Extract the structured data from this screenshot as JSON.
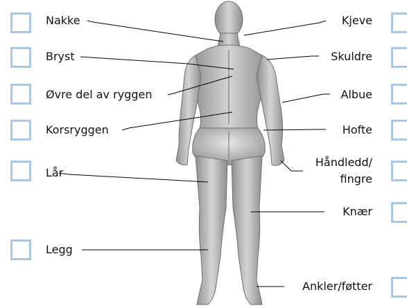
{
  "left_labels": [
    {
      "name": "label-nakke",
      "text": "Nakke"
    },
    {
      "name": "label-bryst",
      "text": "Bryst"
    },
    {
      "name": "label-ovre-del-av-ryggen",
      "text": "Øvre del av ryggen"
    },
    {
      "name": "label-korsryggen",
      "text": "Korsryggen"
    },
    {
      "name": "label-lar",
      "text": "Lår"
    },
    {
      "name": "label-legg",
      "text": "Legg"
    }
  ],
  "right_labels": [
    {
      "name": "label-kjeve",
      "text": "Kjeve"
    },
    {
      "name": "label-skuldre",
      "text": "Skuldre"
    },
    {
      "name": "label-albue",
      "text": "Albue"
    },
    {
      "name": "label-hofte",
      "text": "Hofte"
    },
    {
      "name": "label-handledd-line1",
      "text": "Håndledd/"
    },
    {
      "name": "label-handledd-line2",
      "text": "fingre"
    },
    {
      "name": "label-knaer",
      "text": "Knær"
    },
    {
      "name": "label-ankler",
      "text": "Ankler/føtter"
    }
  ],
  "colors": {
    "checkbox_border": "#a9c6e5",
    "leader_line": "#000000",
    "body_fill": "#b8b8b8"
  }
}
